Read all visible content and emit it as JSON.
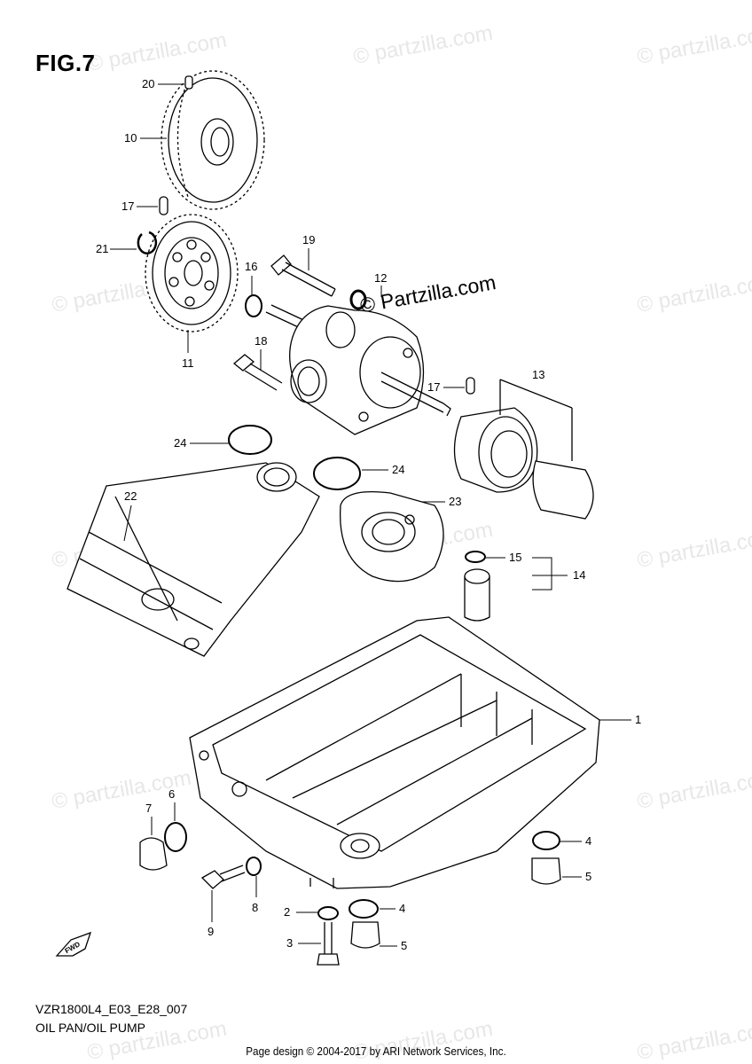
{
  "figure": {
    "title": "FIG.7",
    "code": "VZR1800L4_E03_E28_007",
    "subtitle": "OIL PAN/OIL PUMP"
  },
  "watermark": {
    "text": "© partzilla.com",
    "center_text": "© Partzilla.com"
  },
  "fwd_label": "FWD",
  "callouts": [
    "20",
    "10",
    "17",
    "21",
    "19",
    "16",
    "12",
    "11",
    "18",
    "13",
    "17",
    "24",
    "24",
    "22",
    "23",
    "15",
    "14",
    "1",
    "6",
    "7",
    "4",
    "5",
    "8",
    "2",
    "4",
    "9",
    "3",
    "5"
  ],
  "footer": "Page design © 2004-2017 by ARI Network Services, Inc.",
  "colors": {
    "line": "#000000",
    "watermark": "#cfcfcf"
  }
}
